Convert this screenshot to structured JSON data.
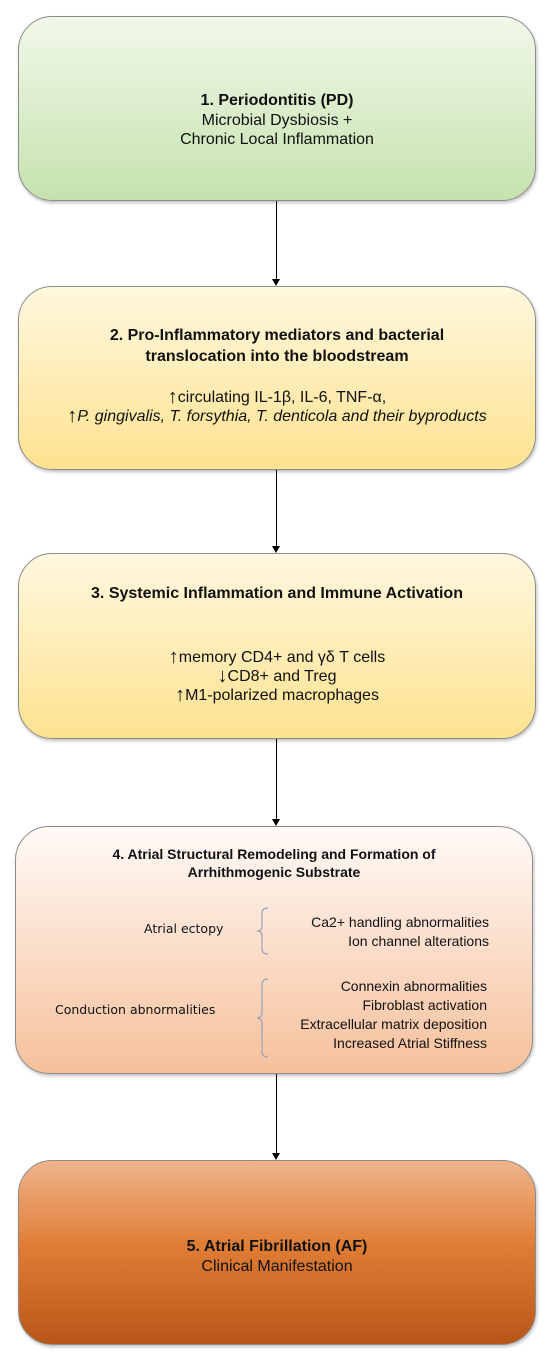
{
  "box1": {
    "title": "1.  Periodontitis (PD)",
    "line1": "Microbial Dysbiosis +",
    "line2": "Chronic Local Inflammation",
    "color": "#c9e4b3"
  },
  "box2": {
    "title_line1": "2. Pro-Inflammatory mediators and bacterial",
    "title_line2": "translocation into the bloodstream",
    "item1": "circulating IL-1β, IL-6, TNF-α,",
    "item2": "P. gingivalis, T. forsythia, T. denticola and their byproducts",
    "color": "#fde7a3"
  },
  "box3": {
    "title": "3. Systemic Inflammation and Immune Activation",
    "item1": "memory CD4+ and γδ T cells",
    "item2": "CD8+ and Treg",
    "item3": "M1-polarized macrophages",
    "color": "#fde7a3"
  },
  "box4": {
    "title_line1": "4. Atrial Structural Remodeling and Formation of",
    "title_line2": "Arrhithmogenic Substrate",
    "group1_label": "Atrial ectopy",
    "group1_items": [
      "Ca2+ handling abnormalities",
      "Ion channel alterations"
    ],
    "group2_label": "Conduction abnormalities",
    "group2_items": [
      "Connexin abnormalities",
      "Fibroblast activation",
      "Extracellular matrix deposition",
      "Increased Atrial Stiffness"
    ],
    "color": "#f7c9a8"
  },
  "box5": {
    "title": "5. Atrial Fibrillation (AF)",
    "line1": "Clinical Manifestation",
    "color": "#d8722b"
  }
}
